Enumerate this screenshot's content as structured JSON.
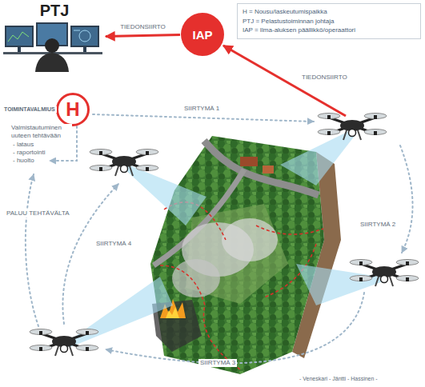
{
  "diagram": {
    "nodes": [
      {
        "text": [
          "PTJ"
        ]
      },
      {
        "text": [
          "IAP"
        ]
      },
      {
        "text": [
          "H"
        ]
      }
    ],
    "edges": [
      {
        "from": 1,
        "to": 0,
        "arrow": "to",
        "label": "TIEDONSIIRTO"
      }
    ],
    "labels": [
      "TOIMINTAVALMIUS",
      "Valmistautuminen uuteen tehtävään",
      "- lataus",
      "- raportointi",
      "- huolto",
      "SIIRTYMÄ 1",
      "TIEDONSIIRTO",
      "SIIRTYMÄ 2",
      "SIIRTYMÄ 3",
      "SIIRTYMÄ 4",
      "PALUU TEHTÄVÄLTA",
      "- Veneskari - Jäntti - Hassinen -"
    ],
    "legend": [
      {
        "text": "H = Nousu/laskeutumispaikka"
      },
      {
        "text": "PTJ = Pelastustoiminnan johtaja"
      },
      {
        "text": "IAP = Ilma-aluksen päällikkö/operaattori"
      }
    ]
  }
}
